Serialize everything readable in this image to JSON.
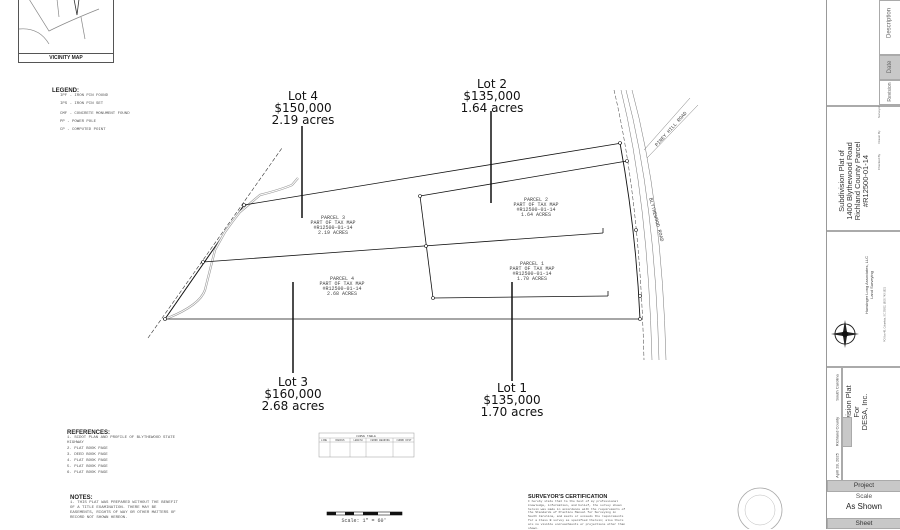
{
  "lots": [
    {
      "name": "Lot 4",
      "price": "$150,000",
      "acres": "2.19 acres"
    },
    {
      "name": "Lot 2",
      "price": "$135,000",
      "acres": "1.64 acres"
    },
    {
      "name": "Lot 3",
      "price": "$160,000",
      "acres": "2.68 acres"
    },
    {
      "name": "Lot 1",
      "price": "$135,000",
      "acres": "1.70 acres"
    }
  ],
  "parcels": [
    {
      "l1": "PARCEL 3",
      "l2": "PART OF TAX MAP",
      "l3": "#R12500-01-14",
      "l4": "2.19 ACRES"
    },
    {
      "l1": "PARCEL 4",
      "l2": "PART OF TAX MAP",
      "l3": "#R12500-01-14",
      "l4": "2.68 ACRES"
    },
    {
      "l1": "PARCEL 2",
      "l2": "PART OF TAX MAP",
      "l3": "#R12500-01-14",
      "l4": "1.64 ACRES"
    },
    {
      "l1": "PARCEL 1",
      "l2": "PART OF TAX MAP",
      "l3": "#R12500-01-14",
      "l4": "1.70 ACRES"
    }
  ],
  "vicinity_map": {
    "label": "VICINITY MAP"
  },
  "legend": {
    "title": "LEGEND:",
    "items": [
      "IPF - IRON PIN FOUND",
      "IPS - IRON PIN SET",
      "CMF - CONCRETE MONUMENT FOUND",
      "PP - POWER POLE",
      "CP - COMPUTED POINT"
    ]
  },
  "roads": {
    "blythewood": "BLYTHEWOOD ROAD",
    "hill": "PINEY HILL ROAD"
  },
  "references": {
    "title": "REFERENCES:",
    "items": [
      "1. SCDOT PLAN AND PROFILE OF BLYTHEWOOD STATE HIGHWAY",
      "2. PLAT BOOK PAGE",
      "3. DEED BOOK PAGE",
      "4. PLAT BOOK PAGE",
      "5. PLAT BOOK PAGE",
      "6. PLAT BOOK PAGE"
    ]
  },
  "notes": {
    "title": "NOTES:",
    "items": [
      "1. THIS PLAT WAS PREPARED WITHOUT THE BENEFIT OF A TITLE EXAMINATION. THERE MAY BE EASEMENTS, RIGHTS OF WAY OR OTHER MATTERS OF RECORD NOT SHOWN HEREON."
    ]
  },
  "curve_table": {
    "title": "CURVE TABLE",
    "headers": [
      "LINE",
      "RADIUS",
      "LENGTH",
      "CHORD BEARING",
      "CHORD DIST"
    ]
  },
  "scale_bar": {
    "label": "Scale: 1\" = 60'"
  },
  "certification": {
    "title": "SURVEYOR'S CERTIFICATION",
    "text": "I hereby state that to the best of my professional knowledge, information, and belief, the survey shown herein was made in accordance with the requirements of the Standards of Practice Manual for Surveying in South Carolina, and meets or exceeds the requirements for a Class B survey as specified therein; also there are no visible encroachments or projections other than shown."
  },
  "title_block": {
    "description": "Description",
    "date": "Date",
    "revision": "Revision",
    "surveyor": "Surveyor",
    "drawn_by": "Drawn By",
    "checked_by": "Checked By",
    "plat_title": [
      "Subdivision Plat of",
      "1400 Blythewood Road",
      "Richland County Parcel",
      "#R12500-01-14"
    ],
    "company": "Hunsinger Long Associates, LLC",
    "company_sub": "Land Surveying",
    "address": "PO Box 48, Columbia, SC 29202, (803) 743-1821",
    "project_title": [
      "Subdivision Plat",
      "For",
      "DESA, Inc."
    ],
    "date_value": "April 28, 2025",
    "county": "Richland County",
    "state": "South Carolina",
    "project": "Project",
    "scale": "Scale",
    "scale_value": "As Shown",
    "sheet": "Sheet"
  }
}
